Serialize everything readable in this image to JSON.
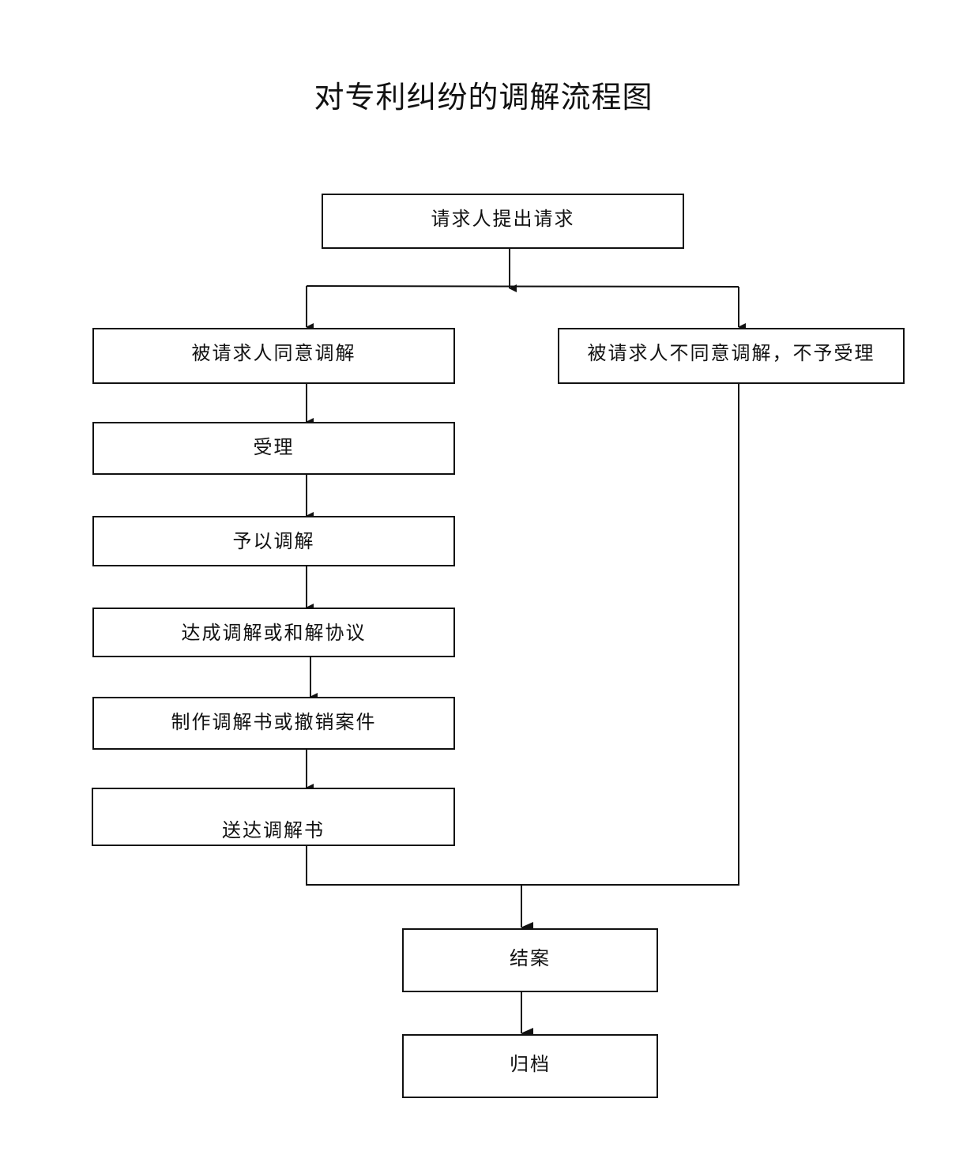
{
  "title": "对专利纠纷的调解流程图",
  "nodes": {
    "request": "请求人提出请求",
    "agree": "被请求人同意调解",
    "disagree": "被请求人不同意调解，不予受理",
    "accept": "受理",
    "mediate": "予以调解",
    "agreement": "达成调解或和解协议",
    "make_doc": "制作调解书或撤销案件",
    "deliver": "送达调解书",
    "close": "结案",
    "archive": "归档"
  },
  "edges": [
    {
      "from": "request",
      "to": "agree"
    },
    {
      "from": "request",
      "to": "disagree"
    },
    {
      "from": "agree",
      "to": "accept"
    },
    {
      "from": "accept",
      "to": "mediate"
    },
    {
      "from": "mediate",
      "to": "agreement"
    },
    {
      "from": "agreement",
      "to": "make_doc"
    },
    {
      "from": "make_doc",
      "to": "deliver"
    },
    {
      "from": "deliver",
      "to": "close"
    },
    {
      "from": "disagree",
      "to": "close"
    },
    {
      "from": "close",
      "to": "archive"
    }
  ],
  "colors": {
    "stroke": "#111111",
    "background": "#ffffff"
  }
}
